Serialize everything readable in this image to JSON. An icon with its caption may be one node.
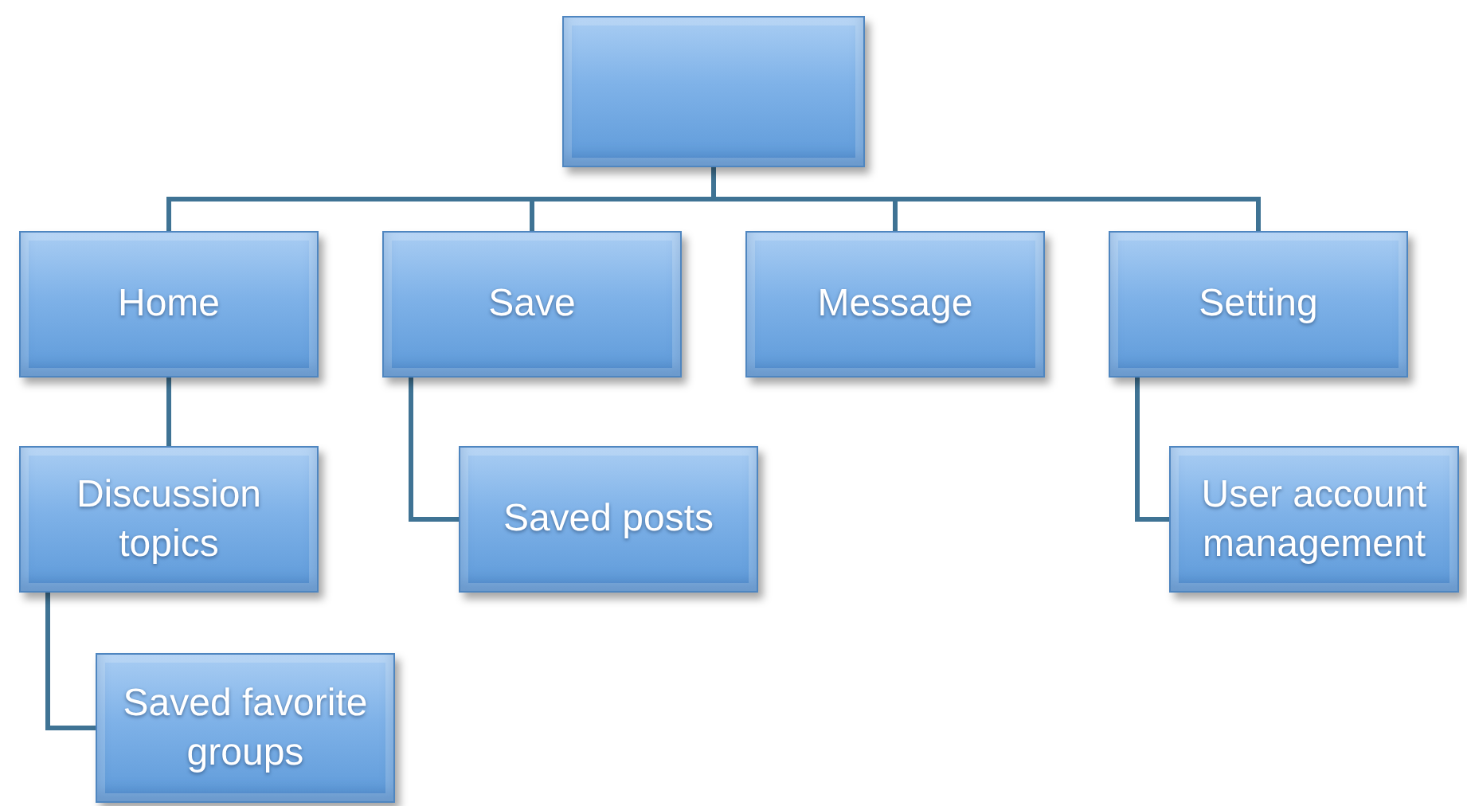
{
  "diagram": {
    "nodes": [
      {
        "text": [],
        "shape": "box"
      },
      {
        "text": [
          "Home"
        ]
      },
      {
        "text": [
          "Save"
        ]
      },
      {
        "text": [
          "Message"
        ]
      },
      {
        "text": [
          "Setting"
        ]
      },
      {
        "text": [
          "Discussion topics"
        ]
      },
      {
        "text": [
          "Saved posts"
        ]
      },
      {
        "text": [
          "User account management"
        ]
      },
      {
        "text": [
          "Saved favorite groups"
        ]
      }
    ],
    "edges": [
      {
        "from": 0,
        "to": 1,
        "arrow": "none"
      },
      {
        "from": 0,
        "to": 2,
        "arrow": "none"
      },
      {
        "from": 0,
        "to": 3,
        "arrow": "none"
      },
      {
        "from": 0,
        "to": 4,
        "arrow": "none"
      },
      {
        "from": 1,
        "to": 5,
        "arrow": "none"
      },
      {
        "from": 2,
        "to": 6,
        "arrow": "none"
      },
      {
        "from": 4,
        "to": 7,
        "arrow": "none"
      },
      {
        "from": 5,
        "to": 8,
        "arrow": "none"
      }
    ]
  }
}
